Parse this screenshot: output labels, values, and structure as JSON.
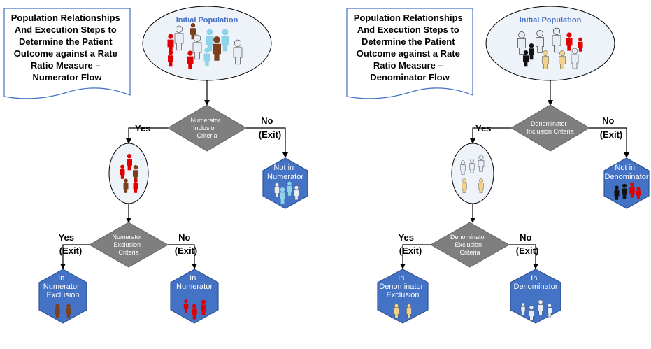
{
  "numerator_flow": {
    "note": [
      "Population Relationships",
      "And Execution Steps to",
      "Determine the Patient",
      "Outcome against a Rate",
      "Ratio Measure –",
      "Numerator Flow"
    ],
    "initial_population_label": "Initial Population",
    "inclusion_diamond": [
      "Numerator",
      "Inclusion",
      "Criteria"
    ],
    "inclusion_yes": "Yes",
    "inclusion_no": [
      "No",
      "(Exit)"
    ],
    "not_in_hex": [
      "Not in",
      "Numerator"
    ],
    "exclusion_diamond": [
      "Numerator",
      "Exclusion",
      "Criteria"
    ],
    "exclusion_yes": [
      "Yes",
      "(Exit)"
    ],
    "exclusion_no": [
      "No",
      "(Exit)"
    ],
    "excluded_hex": [
      "In",
      "Numerator",
      "Exclusion"
    ],
    "included_hex": [
      "In",
      "Numerator"
    ]
  },
  "denominator_flow": {
    "note": [
      "Population Relationships",
      "And Execution Steps to",
      "Determine the Patient",
      "Outcome against a Rate",
      "Ratio Measure –",
      "Denominator Flow"
    ],
    "initial_population_label": "Initial Population",
    "inclusion_diamond": [
      "Denominator",
      "Inclusion Criteria"
    ],
    "inclusion_yes": "Yes",
    "inclusion_no": [
      "No",
      "(Exit)"
    ],
    "not_in_hex": [
      "Not in",
      "Denominator"
    ],
    "exclusion_diamond": [
      "Denominator",
      "Exclusion",
      "Criteria"
    ],
    "exclusion_yes": [
      "Yes",
      "(Exit)"
    ],
    "exclusion_no": [
      "No",
      "(Exit)"
    ],
    "excluded_hex": [
      "In",
      "Denominator",
      "Exclusion"
    ],
    "included_hex": [
      "In",
      "Denominator"
    ]
  },
  "colors": {
    "note_border": "#4472c4",
    "ellipse_fill": "#eef3fa",
    "diamond_fill": "#7f7f7f",
    "hex_fill": "#4472c4",
    "hex_border": "#2f5597",
    "person_red": "#e00000",
    "person_brown": "#7b3f1c",
    "person_lightblue": "#8fd3e8",
    "person_white": "#e8ecf4",
    "person_black": "#111111",
    "person_tan": "#f2d28a"
  }
}
